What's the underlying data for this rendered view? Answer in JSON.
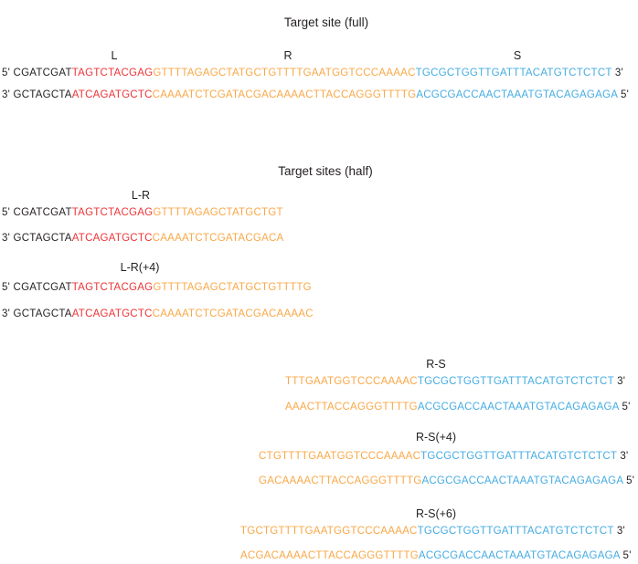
{
  "palette": {
    "black": "#231f20",
    "red": "#ed3437",
    "orange": "#f9a848",
    "blue": "#45ace2"
  },
  "full_site": {
    "title": "Target site (full)",
    "region_labels": [
      {
        "label": "L"
      },
      {
        "label": "R"
      },
      {
        "label": "S"
      }
    ],
    "top_strand": [
      {
        "text": "5' CGATCGAT",
        "color": "black"
      },
      {
        "text": "TAGTCTACGAG",
        "color": "red"
      },
      {
        "text": "GTTTTAGAGCTATGCTGTTTTGAATGGTCCCAAAAC",
        "color": "orange"
      },
      {
        "text": "TGCGCTGGTTGATTTACATGTCTCTCT",
        "color": "blue"
      },
      {
        "text": " 3'",
        "color": "black"
      }
    ],
    "bottom_strand": [
      {
        "text": "3' GCTAGCTA",
        "color": "black"
      },
      {
        "text": "ATCAGATGCTC",
        "color": "red"
      },
      {
        "text": "CAAAATCTCGATACGACAAAACTTACCAGGGTTTTG",
        "color": "orange"
      },
      {
        "text": "ACGCGACCAACTAAATGTACAGAGAGA",
        "color": "blue"
      },
      {
        "text": " 5'",
        "color": "black"
      }
    ]
  },
  "half_sites": {
    "title": "Target sites (half)",
    "groups": [
      {
        "label": "L-R",
        "top_strand": [
          {
            "text": "5' CGATCGAT",
            "color": "black"
          },
          {
            "text": "TAGTCTACGAG",
            "color": "red"
          },
          {
            "text": "GTTTTAGAGCTATGCTGT",
            "color": "orange"
          }
        ],
        "bottom_strand": [
          {
            "text": "3' GCTAGCTA",
            "color": "black"
          },
          {
            "text": "ATCAGATGCTC",
            "color": "red"
          },
          {
            "text": "CAAAATCTCGATACGACA",
            "color": "orange"
          }
        ]
      },
      {
        "label": "L-R(+4)",
        "top_strand": [
          {
            "text": "5' CGATCGAT",
            "color": "black"
          },
          {
            "text": "TAGTCTACGAG",
            "color": "red"
          },
          {
            "text": "GTTTTAGAGCTATGCTGTTTTG",
            "color": "orange"
          }
        ],
        "bottom_strand": [
          {
            "text": "3' GCTAGCTA",
            "color": "black"
          },
          {
            "text": "ATCAGATGCTC",
            "color": "red"
          },
          {
            "text": "CAAAATCTCGATACGACAAAAC",
            "color": "orange"
          }
        ]
      },
      {
        "label": "R-S",
        "top_strand": [
          {
            "text": "TTTGAATGGTCCCAAAAC",
            "color": "orange"
          },
          {
            "text": "TGCGCTGGTTGATTTACATGTCTCTCT",
            "color": "blue"
          },
          {
            "text": " 3'",
            "color": "black"
          }
        ],
        "bottom_strand": [
          {
            "text": "AAACTTACCAGGGTTTTG",
            "color": "orange"
          },
          {
            "text": "ACGCGACCAACTAAATGTACAGAGAGA",
            "color": "blue"
          },
          {
            "text": " 5'",
            "color": "black"
          }
        ]
      },
      {
        "label": "R-S(+4)",
        "top_strand": [
          {
            "text": "CTGTTTTGAATGGTCCCAAAAC",
            "color": "orange"
          },
          {
            "text": "TGCGCTGGTTGATTTACATGTCTCTCT",
            "color": "blue"
          },
          {
            "text": " 3'",
            "color": "black"
          }
        ],
        "bottom_strand": [
          {
            "text": "GACAAAACTTACCAGGGTTTTG",
            "color": "orange"
          },
          {
            "text": "ACGCGACCAACTAAATGTACAGAGAGA",
            "color": "blue"
          },
          {
            "text": " 5'",
            "color": "black"
          }
        ]
      },
      {
        "label": "R-S(+6)",
        "top_strand": [
          {
            "text": "TGCTGTTTTGAATGGTCCCAAAAC",
            "color": "orange"
          },
          {
            "text": "TGCGCTGGTTGATTTACATGTCTCTCT",
            "color": "blue"
          },
          {
            "text": " 3'",
            "color": "black"
          }
        ],
        "bottom_strand": [
          {
            "text": "ACGACAAAACTTACCAGGGTTTTG",
            "color": "orange"
          },
          {
            "text": "ACGCGACCAACTAAATGTACAGAGAGA",
            "color": "blue"
          },
          {
            "text": " 5'",
            "color": "black"
          }
        ]
      }
    ]
  }
}
